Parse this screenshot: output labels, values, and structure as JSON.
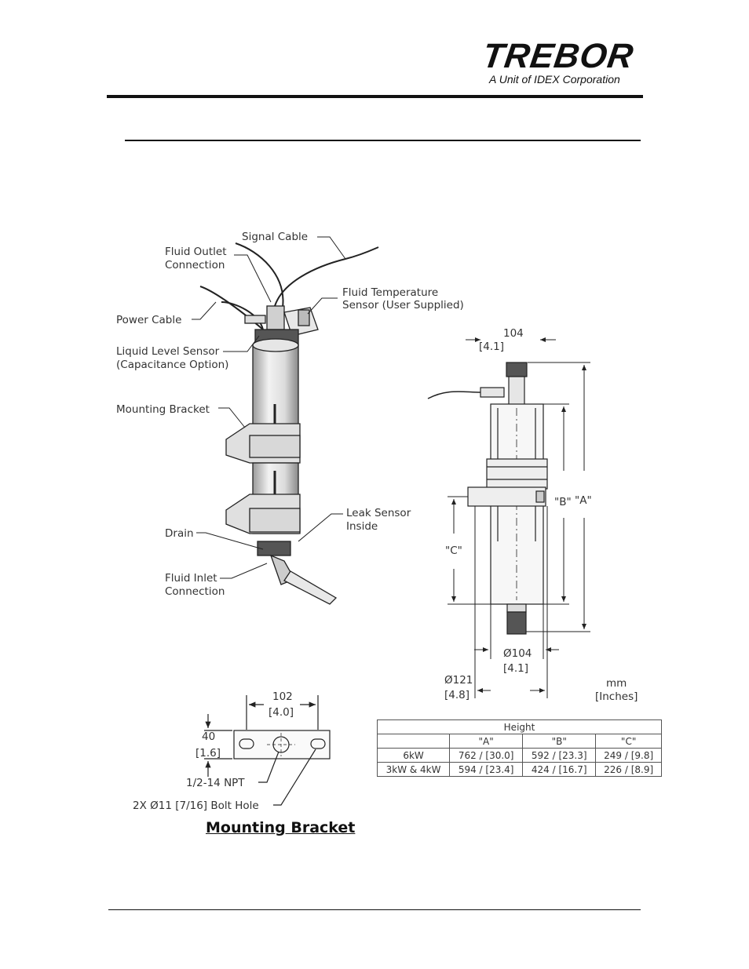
{
  "header": {
    "logo_text": "TREBOR",
    "logo_subtitle": "A Unit of IDEX Corporation"
  },
  "labels": {
    "signal_cable": "Signal Cable",
    "fluid_outlet_1": "Fluid Outlet",
    "fluid_outlet_2": "Connection",
    "fluid_temp_1": "Fluid Temperature",
    "fluid_temp_2": "Sensor (User Supplied)",
    "power_cable": "Power Cable",
    "liquid_level_1": "Liquid Level Sensor",
    "liquid_level_2": "(Capacitance Option)",
    "mounting_bracket": "Mounting Bracket",
    "leak_sensor_1": "Leak Sensor",
    "leak_sensor_2": "Inside",
    "drain": "Drain",
    "fluid_inlet_1": "Fluid Inlet",
    "fluid_inlet_2": "Connection"
  },
  "dimensions": {
    "top_width_mm": "104",
    "top_width_in": "[4.1]",
    "label_a": "\"A\"",
    "label_b": "\"B\"",
    "label_c": "\"C\"",
    "body_dia_mm": "Ø104",
    "body_dia_in": "[4.1]",
    "bracket_dia_mm": "Ø121",
    "bracket_dia_in": "[4.8]",
    "units_1": "mm",
    "units_2": "[Inches]"
  },
  "bracket": {
    "width_mm": "102",
    "width_in": "[4.0]",
    "height_mm": "40",
    "height_in": "[1.6]",
    "npt": "1/2-14 NPT",
    "bolt_hole": "2X Ø11 [7/16] Bolt Hole",
    "title": "Mounting Bracket"
  },
  "height_table": {
    "title": "Height",
    "columns": [
      "\"A\"",
      "\"B\"",
      "\"C\""
    ],
    "rows": [
      {
        "model": "6kW",
        "a": "762 / [30.0]",
        "b": "592 / [23.3]",
        "c": "249 / [9.8]"
      },
      {
        "model": "3kW & 4kW",
        "a": "594 / [23.4]",
        "b": "424 / [16.7]",
        "c": "226 / [8.9]"
      }
    ]
  }
}
